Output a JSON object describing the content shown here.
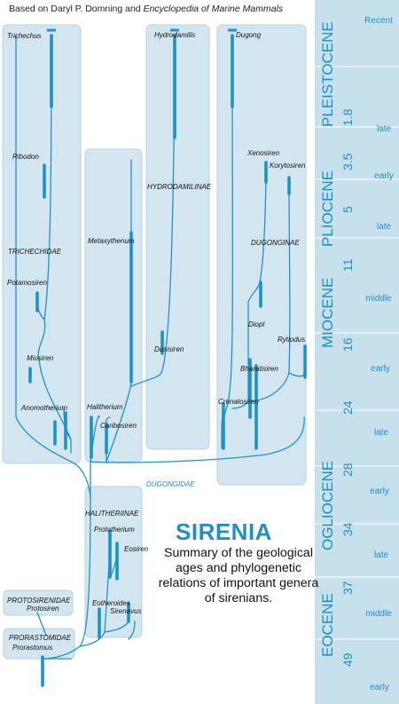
{
  "credit": {
    "prefix": "Based on Daryl P. Domning and",
    "source": "Encyclopedia of Marine Mammals"
  },
  "title": "SIRENIA",
  "summary": "Summary of the geological ages and phylogenetic relations of important genera of sirenians.",
  "epochs": [
    {
      "id": "pleistocene",
      "name": "PLEISTOCENE"
    },
    {
      "id": "pliocene",
      "name": "PLIOCENE"
    },
    {
      "id": "miocene",
      "name": "MIOCENE"
    },
    {
      "id": "oligocene",
      "name": "OGLIOCENE"
    },
    {
      "id": "eocene",
      "name": "EOCENE"
    }
  ],
  "ages_ma": [
    "1.8",
    "3.5",
    "5",
    "11",
    "16",
    "24",
    "28",
    "34",
    "37",
    "49"
  ],
  "stages": [
    "Recent",
    "late",
    "early",
    "late",
    "middle",
    "early",
    "late",
    "early",
    "late",
    "middle",
    "early"
  ],
  "group_labels": {
    "trichechidae": "TRICHECHIDAE",
    "hydrodamalinae": "HYDRODAMILINAE",
    "dugonginae": "DUGONGINAE",
    "dugongidae": "DUGONGIDAE",
    "halitheriinae": "HALITHERIINAE",
    "protosirenidae": "PROTOSIRENIDAE",
    "prorastomidae": "PRORASTOMIDAE"
  },
  "genera": {
    "trichechus": "Trichechus",
    "ribodon": "Ribodon",
    "potamosiren": "Potamosiren",
    "miosiren": "Miosiren",
    "anomotherium": "Anomotherium",
    "hydrodamalis": "Hydrodamilis",
    "dusisiren": "Dusisiren",
    "metaxytherium": "Metaxythenum",
    "halitherium": "Halitherium",
    "caribosiren": "Caribosiren",
    "dugong": "Dugong",
    "xenosiren": "Xenosiren",
    "corystosiren": "Korytosiren",
    "dioplotherium": "Diopl",
    "rytiodus": "Rytiodus",
    "bharatisiren": "Bharatisiren",
    "crenatosiren": "Crenatosiren",
    "prototherium": "Prototherium",
    "eosiren": "Eosiren",
    "eotheroides": "Eotheroides",
    "sirenavus": "Sirenavus",
    "protosiren": "Protosiren",
    "prorastomus": "Prorastomus"
  },
  "colors": {
    "panel": "#d3e6ef",
    "panel_edge": "#b6d2e0",
    "timescale": "#c6e0ec",
    "line": "#1d93c5",
    "accent": "#1f8fc4",
    "text": "#111111"
  }
}
